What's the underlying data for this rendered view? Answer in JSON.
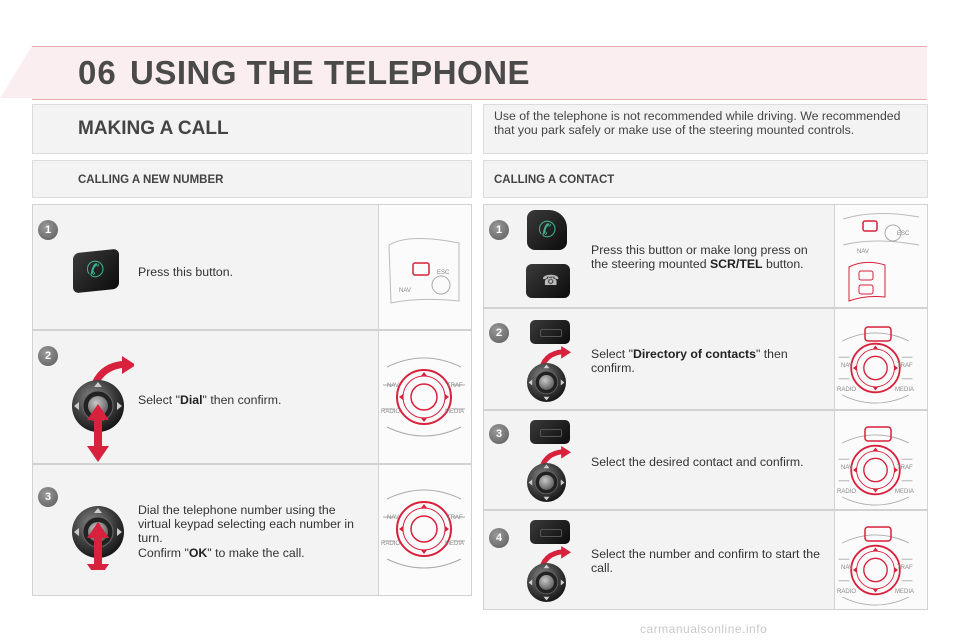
{
  "header": {
    "chapter_number": "06",
    "title": "USING THE TELEPHONE"
  },
  "left": {
    "section_title": "MAKING A CALL",
    "subsection_title": "CALLING A NEW NUMBER",
    "steps": [
      {
        "number": "1",
        "text": "Press this button."
      },
      {
        "number": "2",
        "pre": "Select \"",
        "bold": "Dial",
        "post": "\" then confirm."
      },
      {
        "number": "3",
        "line1": "Dial the telephone number using the virtual keypad selecting each number in turn.",
        "pre": "Confirm \"",
        "bold": "OK",
        "post": "\" to make the call."
      }
    ]
  },
  "right": {
    "warning": "Use of the telephone is not recommended while driving. We recommended that you park safely or make use of the steering mounted controls.",
    "subsection_title": "CALLING A CONTACT",
    "steps": [
      {
        "number": "1",
        "pre": "Press this button or make long press on the steering mounted ",
        "bold": "SCR/TEL",
        "post": " button."
      },
      {
        "number": "2",
        "pre": "Select \"",
        "bold": "Directory of contacts",
        "post": "\" then confirm."
      },
      {
        "number": "3",
        "text": "Select the desired contact and confirm."
      },
      {
        "number": "4",
        "text": "Select the number and confirm to start the call."
      }
    ]
  },
  "dial_labels": {
    "nav": "NAV",
    "trafic": "TRAF",
    "radio": "RADIO",
    "media": "MEDIA",
    "esc": "ESC"
  },
  "icons": {
    "phone": "phone-icon",
    "hangup": "hangup-icon",
    "knob": "rotary-knob-icon",
    "arrow": "rotate-arrow-icon"
  },
  "colors": {
    "accent": "#d8213c",
    "header_band": "#fbeef0",
    "phone_green": "#3fae8f"
  },
  "footer": {
    "watermark": "carmanualsonline.info"
  }
}
